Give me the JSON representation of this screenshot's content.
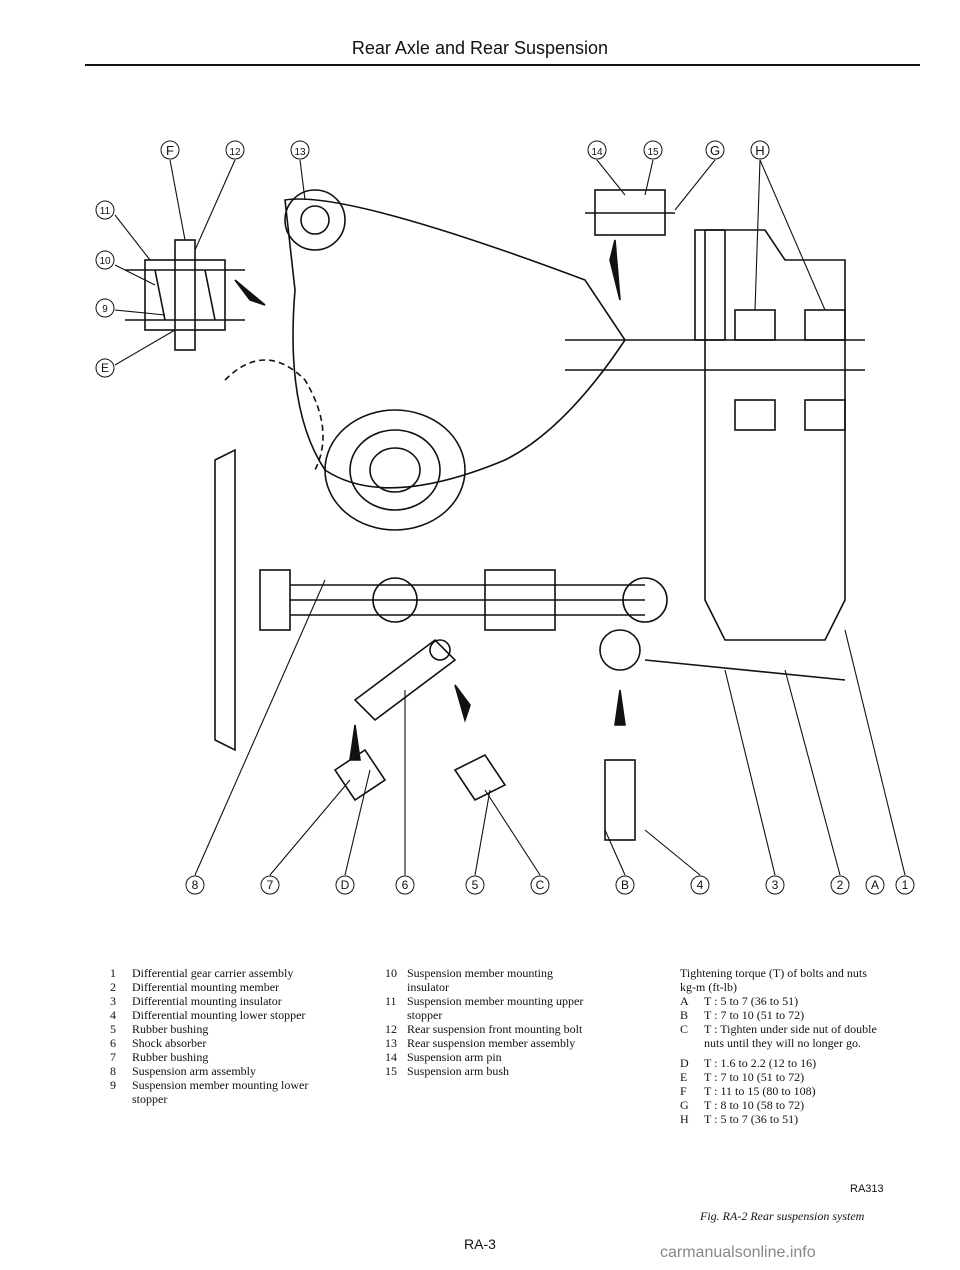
{
  "header": {
    "title": "Rear Axle and Rear Suspension"
  },
  "diagram": {
    "callouts_top": [
      "F",
      "12",
      "13",
      "14",
      "15",
      "G",
      "H"
    ],
    "callouts_left": [
      "11",
      "10",
      "9",
      "E"
    ],
    "callouts_bottom": [
      "8",
      "7",
      "D",
      "6",
      "5",
      "C",
      "B",
      "4",
      "3",
      "2",
      "A",
      "1"
    ]
  },
  "legend_parts": [
    {
      "n": "1",
      "t": "Differential gear carrier assembly"
    },
    {
      "n": "2",
      "t": "Differential mounting member"
    },
    {
      "n": "3",
      "t": "Differential mounting insulator"
    },
    {
      "n": "4",
      "t": "Differential mounting lower stopper"
    },
    {
      "n": "5",
      "t": "Rubber bushing"
    },
    {
      "n": "6",
      "t": "Shock absorber"
    },
    {
      "n": "7",
      "t": "Rubber bushing"
    },
    {
      "n": "8",
      "t": "Suspension arm assembly"
    },
    {
      "n": "9",
      "t": "Suspension member mounting lower stopper"
    }
  ],
  "legend_parts_2": [
    {
      "n": "10",
      "t": "Suspension member mounting insulator"
    },
    {
      "n": "11",
      "t": "Suspension member mounting upper stopper"
    },
    {
      "n": "12",
      "t": "Rear suspension front mounting bolt"
    },
    {
      "n": "13",
      "t": "Rear suspension member assembly"
    },
    {
      "n": "14",
      "t": "Suspension arm pin"
    },
    {
      "n": "15",
      "t": "Suspension arm bush"
    }
  ],
  "torque": {
    "title": "Tightening torque (T) of bolts and nuts kg-m (ft-lb)",
    "items": [
      {
        "l": "A",
        "t": "T : 5 to 7 (36 to 51)"
      },
      {
        "l": "B",
        "t": "T : 7 to 10 (51 to 72)"
      },
      {
        "l": "C",
        "t": "T : Tighten under side nut of double nuts until they will no longer go."
      },
      {
        "l": "D",
        "t": "T : 1.6 to 2.2 (12 to 16)"
      },
      {
        "l": "E",
        "t": "T : 7 to 10 (51 to 72)"
      },
      {
        "l": "F",
        "t": "T : 11 to 15 (80 to 108)"
      },
      {
        "l": "G",
        "t": "T : 8 to 10 (58 to 72)"
      },
      {
        "l": "H",
        "t": "T : 5 to 7 (36 to 51)"
      }
    ]
  },
  "ref_code": "RA313",
  "caption": "Fig. RA-2 Rear suspension system",
  "page_number": "RA-3",
  "watermark": "carmanualsonline.info"
}
